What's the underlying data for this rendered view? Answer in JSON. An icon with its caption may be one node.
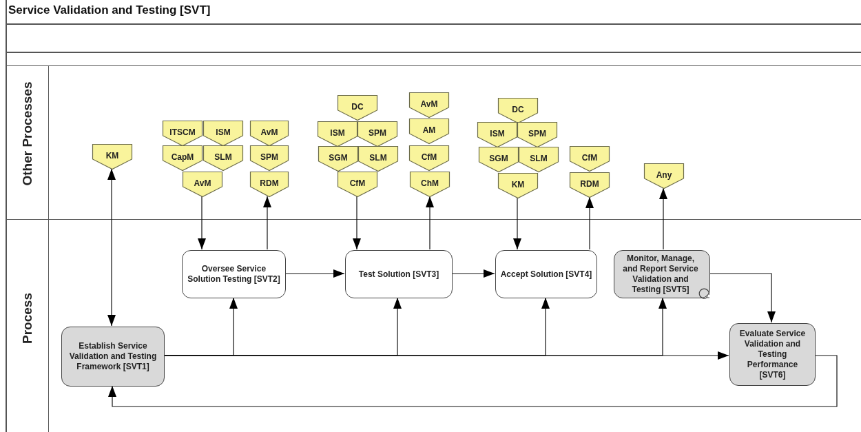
{
  "diagram": {
    "title": "Service Validation and Testing [SVT]",
    "nodes": [
      {
        "text": [
          "Other Processes"
        ]
      },
      {
        "text": [
          "Process"
        ]
      },
      {
        "text": [
          "KM"
        ],
        "in": 0
      },
      {
        "text": [
          "ITSCM"
        ],
        "in": 0
      },
      {
        "text": [
          "ISM"
        ],
        "in": 0
      },
      {
        "text": [
          "CapM"
        ],
        "in": 0
      },
      {
        "text": [
          "SLM"
        ],
        "in": 0
      },
      {
        "text": [
          "AvM"
        ],
        "in": 0
      },
      {
        "text": [
          "AvM"
        ],
        "in": 0
      },
      {
        "text": [
          "SPM"
        ],
        "in": 0
      },
      {
        "text": [
          "RDM"
        ],
        "in": 0
      },
      {
        "text": [
          "DC"
        ],
        "in": 0
      },
      {
        "text": [
          "ISM"
        ],
        "in": 0
      },
      {
        "text": [
          "SPM"
        ],
        "in": 0
      },
      {
        "text": [
          "SGM"
        ],
        "in": 0
      },
      {
        "text": [
          "SLM"
        ],
        "in": 0
      },
      {
        "text": [
          "CfM"
        ],
        "in": 0
      },
      {
        "text": [
          "AvM"
        ],
        "in": 0
      },
      {
        "text": [
          "AM"
        ],
        "in": 0
      },
      {
        "text": [
          "CfM"
        ],
        "in": 0
      },
      {
        "text": [
          "ChM"
        ],
        "in": 0
      },
      {
        "text": [
          "DC"
        ],
        "in": 0
      },
      {
        "text": [
          "ISM"
        ],
        "in": 0
      },
      {
        "text": [
          "SPM"
        ],
        "in": 0
      },
      {
        "text": [
          "SGM"
        ],
        "in": 0
      },
      {
        "text": [
          "SLM"
        ],
        "in": 0
      },
      {
        "text": [
          "KM"
        ],
        "in": 0
      },
      {
        "text": [
          "CfM"
        ],
        "in": 0
      },
      {
        "text": [
          "RDM"
        ],
        "in": 0
      },
      {
        "text": [
          "Any"
        ],
        "in": 0
      },
      {
        "text": [
          "Establish Service Validation and Testing Framework [SVT1]"
        ],
        "in": 1
      },
      {
        "text": [
          "Oversee Service Solution Testing [SVT2]"
        ],
        "in": 1
      },
      {
        "text": [
          "Test Solution [SVT3]"
        ],
        "in": 1
      },
      {
        "text": [
          "Accept Solution [SVT4]"
        ],
        "in": 1
      },
      {
        "text": [
          "Monitor, Manage, and Report Service Validation and Testing [SVT5]"
        ],
        "in": 1
      },
      {
        "text": [
          "Evaluate Service Validation and Testing Performance [SVT6]"
        ],
        "in": 1
      }
    ],
    "edges": [
      {
        "from": 2,
        "to": 30,
        "arrow": "both"
      },
      {
        "from": 7,
        "to": 31,
        "arrow": "to"
      },
      {
        "from": 31,
        "to": 10,
        "arrow": "to"
      },
      {
        "from": 16,
        "to": 32,
        "arrow": "to"
      },
      {
        "from": 32,
        "to": 20,
        "arrow": "to"
      },
      {
        "from": 26,
        "to": 33,
        "arrow": "to"
      },
      {
        "from": 33,
        "to": 28,
        "arrow": "to"
      },
      {
        "from": 34,
        "to": 29,
        "arrow": "to"
      },
      {
        "from": 31,
        "to": 32,
        "arrow": "to"
      },
      {
        "from": 32,
        "to": 33,
        "arrow": "to"
      },
      {
        "from": 34,
        "to": 35,
        "arrow": "to"
      },
      {
        "from": 30,
        "to": 31,
        "arrow": "to"
      },
      {
        "from": 30,
        "to": 32,
        "arrow": "to"
      },
      {
        "from": 30,
        "to": 33,
        "arrow": "to"
      },
      {
        "from": 30,
        "to": 34,
        "arrow": "to"
      },
      {
        "from": 30,
        "to": 35,
        "arrow": "to"
      },
      {
        "from": 35,
        "to": 30,
        "arrow": "to"
      }
    ]
  }
}
